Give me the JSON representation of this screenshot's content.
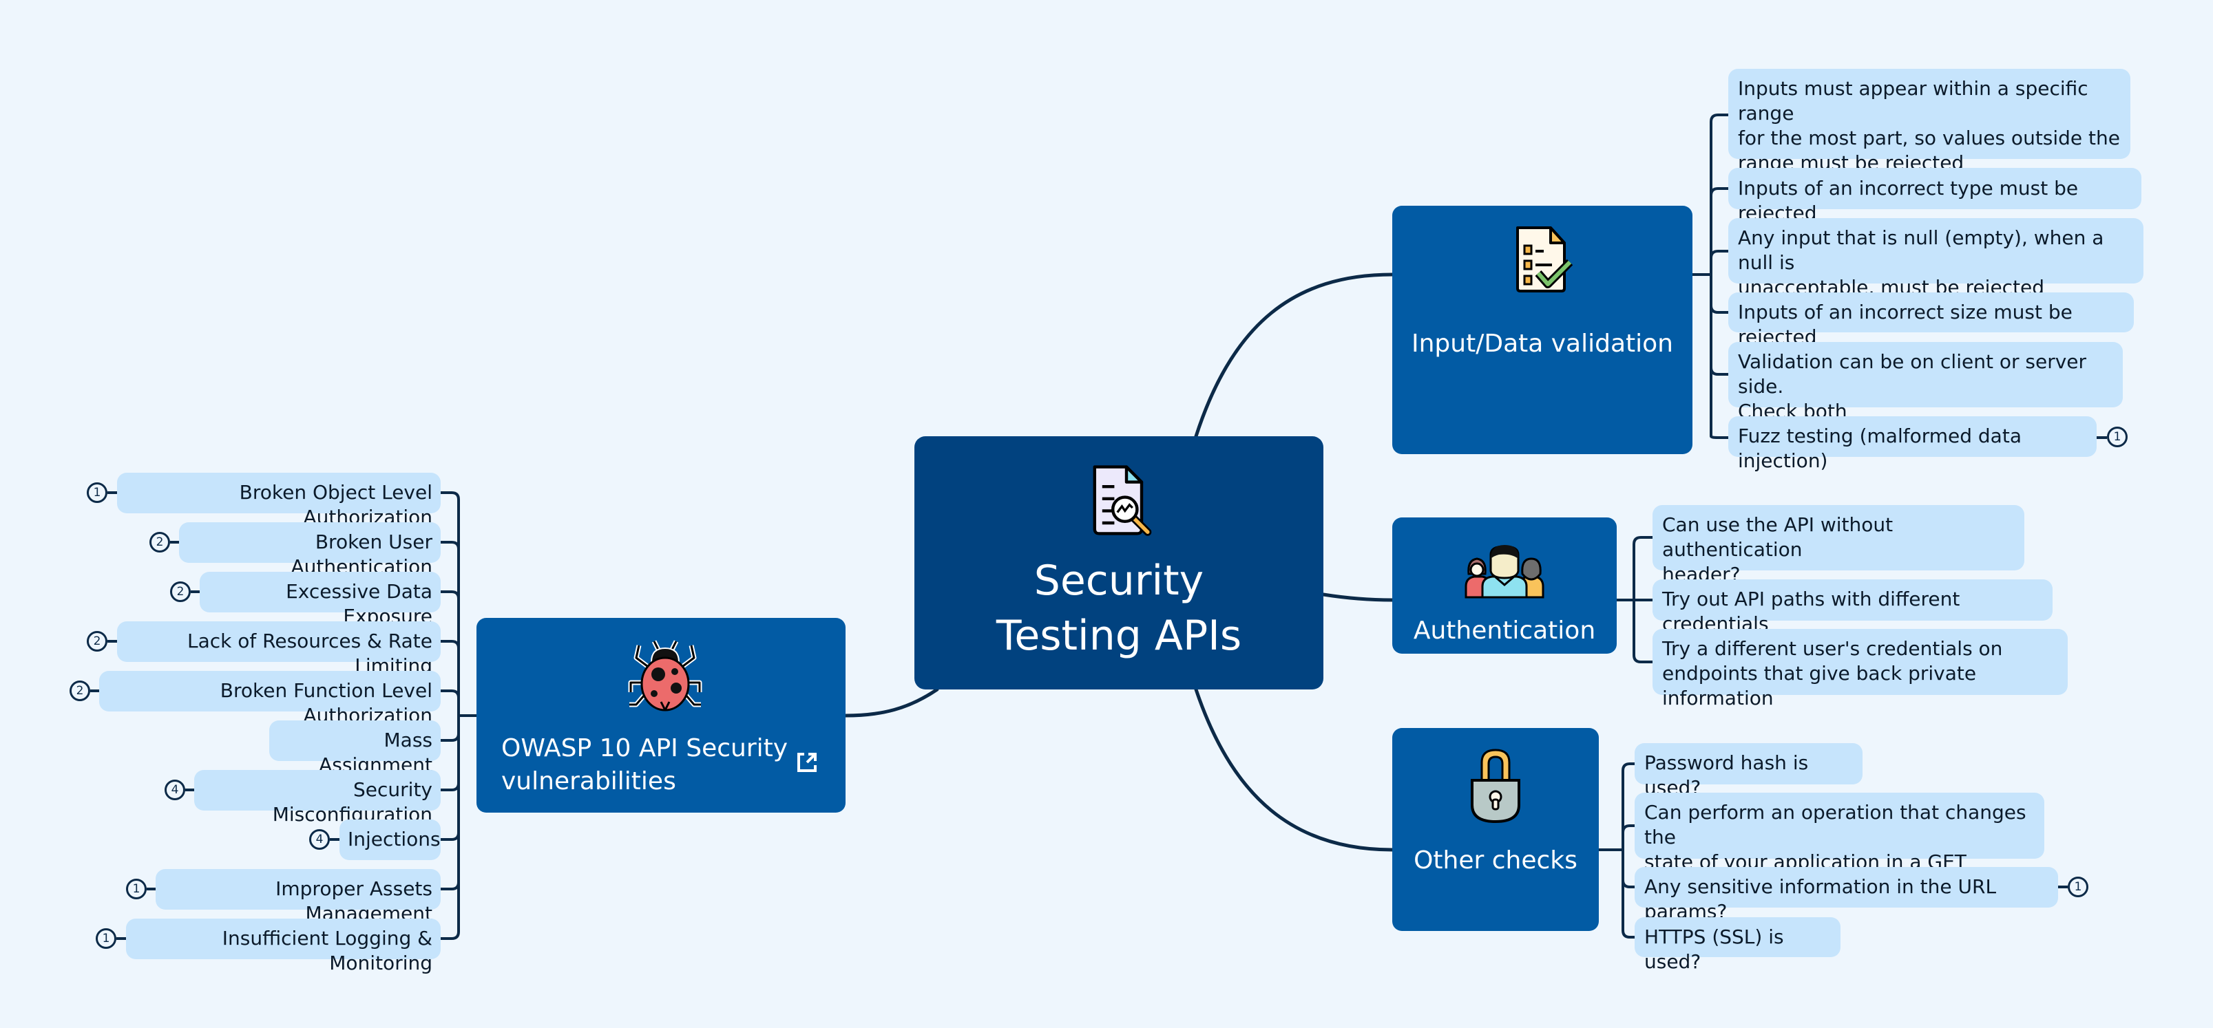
{
  "central": {
    "title": "Security Testing APIs",
    "icon": "document-magnifier-icon"
  },
  "branches": {
    "input_validation": {
      "label": "Input/Data validation",
      "icon": "checklist-icon",
      "items": [
        {
          "text": "Inputs must appear within a specific range\nfor the most part, so values outside the\nrange must be rejected"
        },
        {
          "text": "Inputs of an incorrect type must be rejected"
        },
        {
          "text": "Any input that is null (empty), when a null is\nunacceptable, must be rejected"
        },
        {
          "text": "Inputs of an incorrect size must be rejected"
        },
        {
          "text": "Validation can be on client or server side.\nCheck both"
        },
        {
          "text": "Fuzz testing (malformed data injection)",
          "badge": "1"
        }
      ]
    },
    "authentication": {
      "label": "Authentication",
      "icon": "users-group-icon",
      "items": [
        {
          "text": "Can use the API without authentication\nheader?"
        },
        {
          "text": "Try out API paths with different credentials"
        },
        {
          "text": "Try a different user's credentials on\nendpoints that give back private information"
        }
      ]
    },
    "other_checks": {
      "label": "Other checks",
      "icon": "padlock-icon",
      "items": [
        {
          "text": "Password hash is used?"
        },
        {
          "text": "Can perform an operation that changes the\nstate of your application in a GET method?"
        },
        {
          "text": "Any sensitive information in the URL params?",
          "badge": "1"
        },
        {
          "text": "HTTPS (SSL) is used?"
        }
      ]
    },
    "owasp": {
      "label": "OWASP 10 API Security\nvulnerabilities",
      "icon": "ladybug-icon",
      "link_icon": "external-link-icon",
      "items": [
        {
          "text": "Broken Object Level Authorization",
          "badge": "1"
        },
        {
          "text": "Broken User Authentication",
          "badge": "2"
        },
        {
          "text": "Excessive Data Exposure",
          "badge": "2"
        },
        {
          "text": "Lack of Resources & Rate Limiting",
          "badge": "2"
        },
        {
          "text": "Broken Function Level Authorization",
          "badge": "2"
        },
        {
          "text": "Mass Assignment"
        },
        {
          "text": "Security Misconfiguration",
          "badge": "4"
        },
        {
          "text": "Injections",
          "badge": "4"
        },
        {
          "text": "Improper Assets Management",
          "badge": "1"
        },
        {
          "text": "Insufficient Logging & Monitoring",
          "badge": "1"
        }
      ]
    }
  },
  "colors": {
    "background": "#eef6fd",
    "central": "#01427f",
    "branch": "#025ba4",
    "leaf": "#c6e4fc",
    "line": "#0c2a48"
  }
}
